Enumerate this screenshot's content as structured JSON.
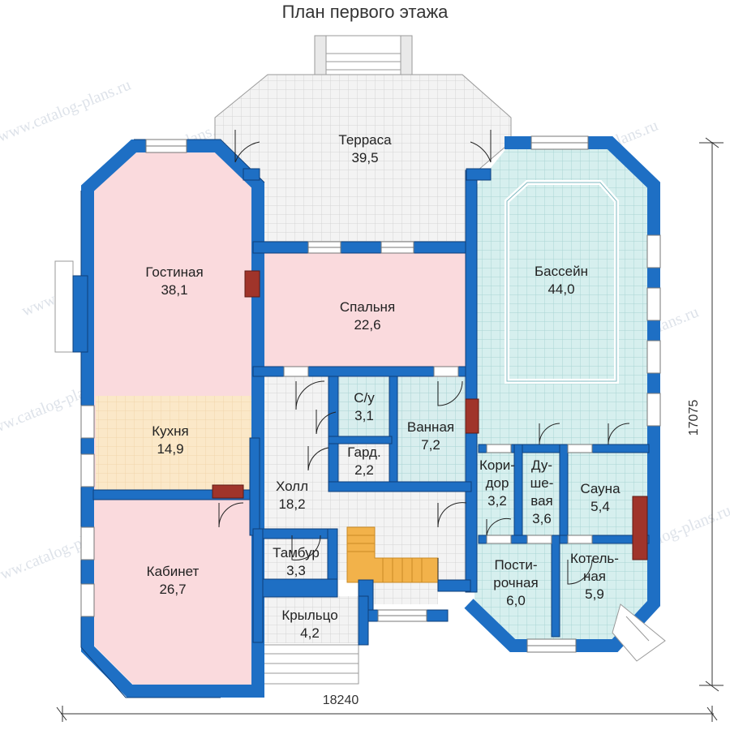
{
  "title": "План первого этажа",
  "watermark": "www.catalog-plans.ru",
  "dimensions": {
    "width": "18240",
    "depth": "17075"
  },
  "rooms": {
    "terrace": {
      "name": "Терраса",
      "area": "39,5"
    },
    "living": {
      "name": "Гостиная",
      "area": "38,1"
    },
    "bedroom": {
      "name": "Спальня",
      "area": "22,6"
    },
    "pool": {
      "name": "Бассейн",
      "area": "44,0"
    },
    "wc": {
      "name": "С/у",
      "area": "3,1"
    },
    "bathroom": {
      "name": "Ванная",
      "area": "7,2"
    },
    "wardrobe": {
      "name": "Гард.",
      "area": "2,2"
    },
    "kitchen": {
      "name": "Кухня",
      "area": "14,9"
    },
    "hall": {
      "name": "Холл",
      "area": "18,2"
    },
    "corridor": {
      "lines": [
        "Кори-",
        "дор"
      ],
      "area": "3,2"
    },
    "shower": {
      "lines": [
        "Ду-",
        "ше-",
        "вая"
      ],
      "area": "3,6"
    },
    "sauna": {
      "name": "Сауна",
      "area": "5,4"
    },
    "vestibule": {
      "name": "Тамбур",
      "area": "3,3"
    },
    "office": {
      "name": "Кабинет",
      "area": "26,7"
    },
    "porch": {
      "name": "Крыльцо",
      "area": "4,2"
    },
    "laundry": {
      "lines": [
        "Пости-",
        "рочная"
      ],
      "area": "6,0"
    },
    "boiler": {
      "lines": [
        "Котель-",
        "ная"
      ],
      "area": "5,9"
    }
  },
  "colors": {
    "wall": "#1e6fc4",
    "wall_edge": "#0f3f7a",
    "living_fill": "#fadadd",
    "kitchen_fill": "#fbe8c8",
    "tile_fill": "#f3f3f3",
    "grid": "#d7d7d7",
    "pool_fill": "#d6efee",
    "pool_grid": "#a9d6d4",
    "stairs": "#f2b24a",
    "chimney": "#a0342a"
  }
}
